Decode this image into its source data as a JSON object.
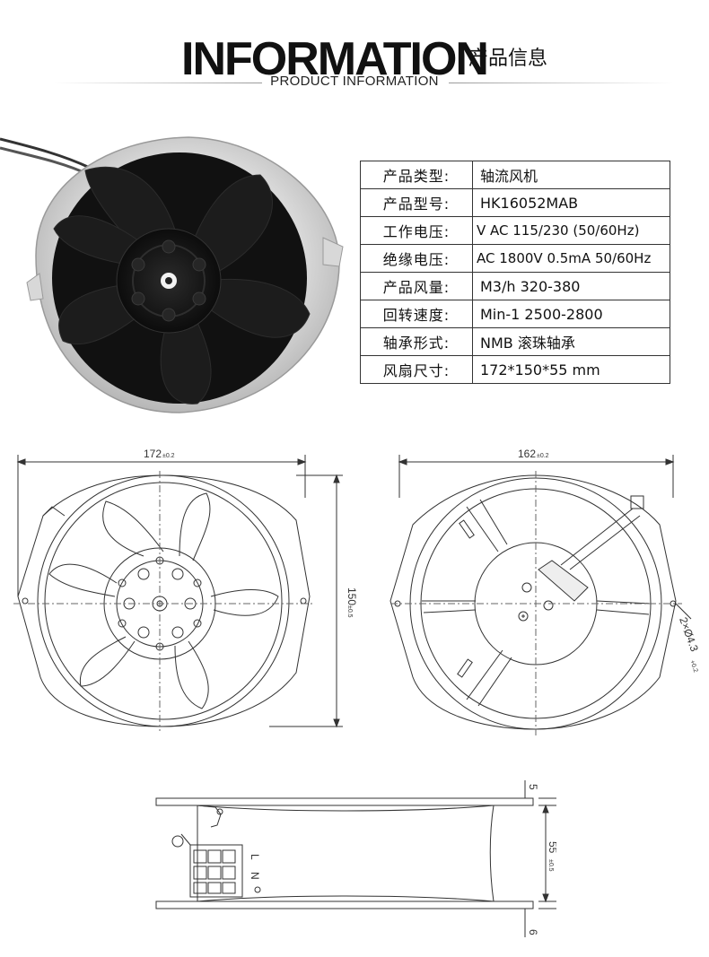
{
  "header": {
    "title": "INFORMATION",
    "title_cn": "产品信息",
    "subtitle": "PRODUCT INFORMATION"
  },
  "specs": [
    {
      "label": "产品类型:",
      "value": "轴流风机"
    },
    {
      "label": "产品型号:",
      "value": "HK16052MAB"
    },
    {
      "label": "工作电压:",
      "value": "V AC 115/230 (50/60Hz)"
    },
    {
      "label": "绝缘电压:",
      "value": "AC 1800V 0.5mA 50/60Hz"
    },
    {
      "label": "产品风量:",
      "value": "M3/h 320-380"
    },
    {
      "label": "回转速度:",
      "value": "Min-1 2500-2800"
    },
    {
      "label": "轴承形式:",
      "value": "NMB 滚珠轴承"
    },
    {
      "label": "风扇尺寸:",
      "value": "172*150*55 mm"
    }
  ],
  "drawings": {
    "front": {
      "width": "172",
      "width_tol": "±0.2",
      "height": "150",
      "height_tol": "±0.5"
    },
    "back": {
      "width": "162",
      "width_tol": "±0.2",
      "hole": "2×Ø4.3",
      "hole_tol": "+0.2"
    },
    "side": {
      "top_flange": "5",
      "depth": "55",
      "depth_tol": "±0.5",
      "bottom_flange": "6",
      "terminal_l": "L",
      "terminal_n": "N"
    }
  },
  "colors": {
    "text": "#111111",
    "line": "#333333",
    "frame": "#dcdcdc",
    "blade": "#1a1a1a"
  }
}
